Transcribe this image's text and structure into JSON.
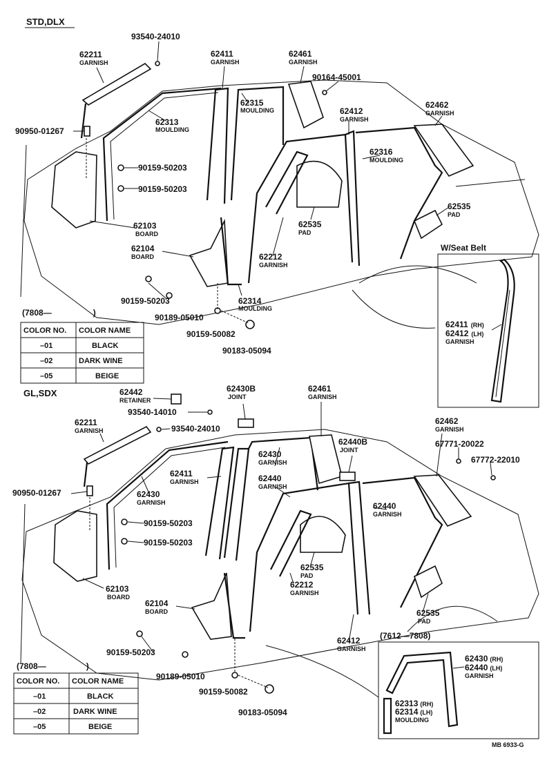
{
  "figure_code": "MB 6933-G",
  "std": {
    "title": "STD,DLX",
    "callouts": [
      {
        "part": "93540-24010",
        "name": ""
      },
      {
        "part": "62211",
        "name": "GARNISH"
      },
      {
        "part": "62411",
        "name": "GARNISH"
      },
      {
        "part": "62461",
        "name": "GARNISH"
      },
      {
        "part": "90164-45001",
        "name": ""
      },
      {
        "part": "62315",
        "name": "MOULDING"
      },
      {
        "part": "62313",
        "name": "MOULDING"
      },
      {
        "part": "62412",
        "name": "GARNISH"
      },
      {
        "part": "62462",
        "name": "GARNISH"
      },
      {
        "part": "90950-01267",
        "name": ""
      },
      {
        "part": "62316",
        "name": "MOULDING"
      },
      {
        "part": "90159-50203",
        "name": ""
      },
      {
        "part": "90159-50203",
        "name": ""
      },
      {
        "part": "62535",
        "name": "PAD"
      },
      {
        "part": "62103",
        "name": "BOARD"
      },
      {
        "part": "62535",
        "name": "PAD"
      },
      {
        "part": "62104",
        "name": "BOARD"
      },
      {
        "part": "62212",
        "name": "GARNISH"
      },
      {
        "part": "90159-50203",
        "name": ""
      },
      {
        "part": "62314",
        "name": "MOULDING"
      },
      {
        "part": "90189-05010",
        "name": ""
      },
      {
        "part": "90159-50082",
        "name": ""
      },
      {
        "part": "90183-05094",
        "name": ""
      }
    ],
    "inset": {
      "title": "W/Seat Belt",
      "parts": [
        {
          "part": "62411",
          "side": "(RH)"
        },
        {
          "part": "62412",
          "side": "(LH)"
        }
      ],
      "name": "GARNISH"
    },
    "table": {
      "caption": "(7808—",
      "caption_end": ")",
      "headers": [
        "COLOR NO.",
        "COLOR NAME"
      ],
      "rows": [
        [
          "–01",
          "BLACK"
        ],
        [
          "–02",
          "DARK WINE"
        ],
        [
          "–05",
          "BEIGE"
        ]
      ]
    }
  },
  "gl": {
    "title": "GL,SDX",
    "callouts": [
      {
        "part": "62442",
        "name": "RETAINER"
      },
      {
        "part": "62430B",
        "name": "JOINT"
      },
      {
        "part": "62461",
        "name": "GARNISH"
      },
      {
        "part": "93540-14010",
        "name": ""
      },
      {
        "part": "62211",
        "name": "GARNISH"
      },
      {
        "part": "93540-24010",
        "name": ""
      },
      {
        "part": "62462",
        "name": "GARNISH"
      },
      {
        "part": "62440B",
        "name": "JOINT"
      },
      {
        "part": "67771-20022",
        "name": ""
      },
      {
        "part": "62430",
        "name": "GARNISH"
      },
      {
        "part": "67772-22010",
        "name": ""
      },
      {
        "part": "62411",
        "name": "GARNISH"
      },
      {
        "part": "90950-01267",
        "name": ""
      },
      {
        "part": "62430",
        "name": "GARNISH"
      },
      {
        "part": "62440",
        "name": "GARNISH"
      },
      {
        "part": "62440",
        "name": "GARNISH"
      },
      {
        "part": "90159-50203",
        "name": ""
      },
      {
        "part": "90159-50203",
        "name": ""
      },
      {
        "part": "62535",
        "name": "PAD"
      },
      {
        "part": "62212",
        "name": "GARNISH"
      },
      {
        "part": "62103",
        "name": "BOARD"
      },
      {
        "part": "62104",
        "name": "BOARD"
      },
      {
        "part": "62535",
        "name": "PAD"
      },
      {
        "part": "62412",
        "name": "GARNISH"
      },
      {
        "part": "90159-50203",
        "name": ""
      },
      {
        "part": "90189-05010",
        "name": ""
      },
      {
        "part": "90159-50082",
        "name": ""
      },
      {
        "part": "90183-05094",
        "name": ""
      }
    ],
    "inset": {
      "title": "(7612—7808)",
      "groups": [
        {
          "parts": [
            {
              "part": "62430",
              "side": "(RH)"
            },
            {
              "part": "62440",
              "side": "(LH)"
            }
          ],
          "name": "GARNISH"
        },
        {
          "parts": [
            {
              "part": "62313",
              "side": "(RH)"
            },
            {
              "part": "62314",
              "side": "(LH)"
            }
          ],
          "name": "MOULDING"
        }
      ]
    },
    "table": {
      "caption": "(7808—",
      "caption_end": ")",
      "headers": [
        "COLOR NO.",
        "COLOR NAME"
      ],
      "rows": [
        [
          "–01",
          "BLACK"
        ],
        [
          "–02",
          "DARK WINE"
        ],
        [
          "–05",
          "BEIGE"
        ]
      ]
    }
  }
}
